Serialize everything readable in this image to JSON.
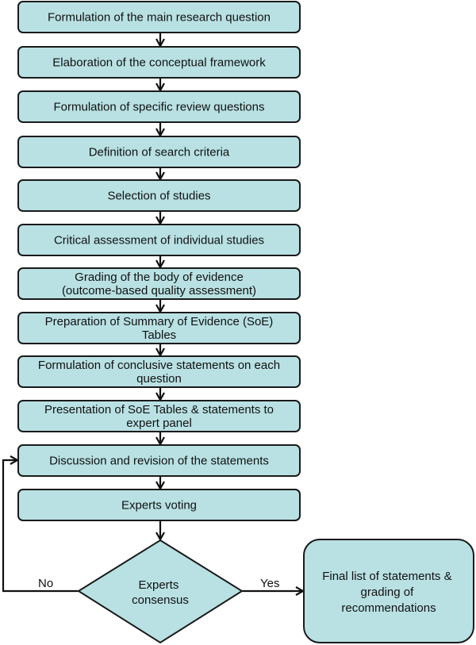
{
  "steps": [
    {
      "lines": [
        "Formulation of the main research question"
      ]
    },
    {
      "lines": [
        "Elaboration of the conceptual framework"
      ]
    },
    {
      "lines": [
        "Formulation of specific review questions"
      ]
    },
    {
      "lines": [
        "Definition of search criteria"
      ]
    },
    {
      "lines": [
        "Selection of studies"
      ]
    },
    {
      "lines": [
        "Critical assessment of individual studies"
      ]
    },
    {
      "lines": [
        "Grading of the body of evidence",
        "(outcome-based quality assessment)"
      ]
    },
    {
      "lines": [
        "Preparation of Summary of Evidence (SoE)",
        "Tables"
      ]
    },
    {
      "lines": [
        "Formulation of conclusive statements on each",
        "question"
      ]
    },
    {
      "lines": [
        "Presentation of SoE Tables & statements to",
        "expert panel"
      ]
    },
    {
      "lines": [
        "Discussion and revision of the statements"
      ]
    },
    {
      "lines": [
        "Experts voting"
      ]
    }
  ],
  "decision": {
    "lines": [
      "Experts",
      "consensus"
    ]
  },
  "outcome": {
    "lines": [
      "Final list of statements &",
      "grading of",
      "recommendations"
    ]
  },
  "labels": {
    "no": "No",
    "yes": "Yes"
  },
  "colors": {
    "box_fill": "#b9e1e3",
    "stroke": "#1a1a1a"
  }
}
